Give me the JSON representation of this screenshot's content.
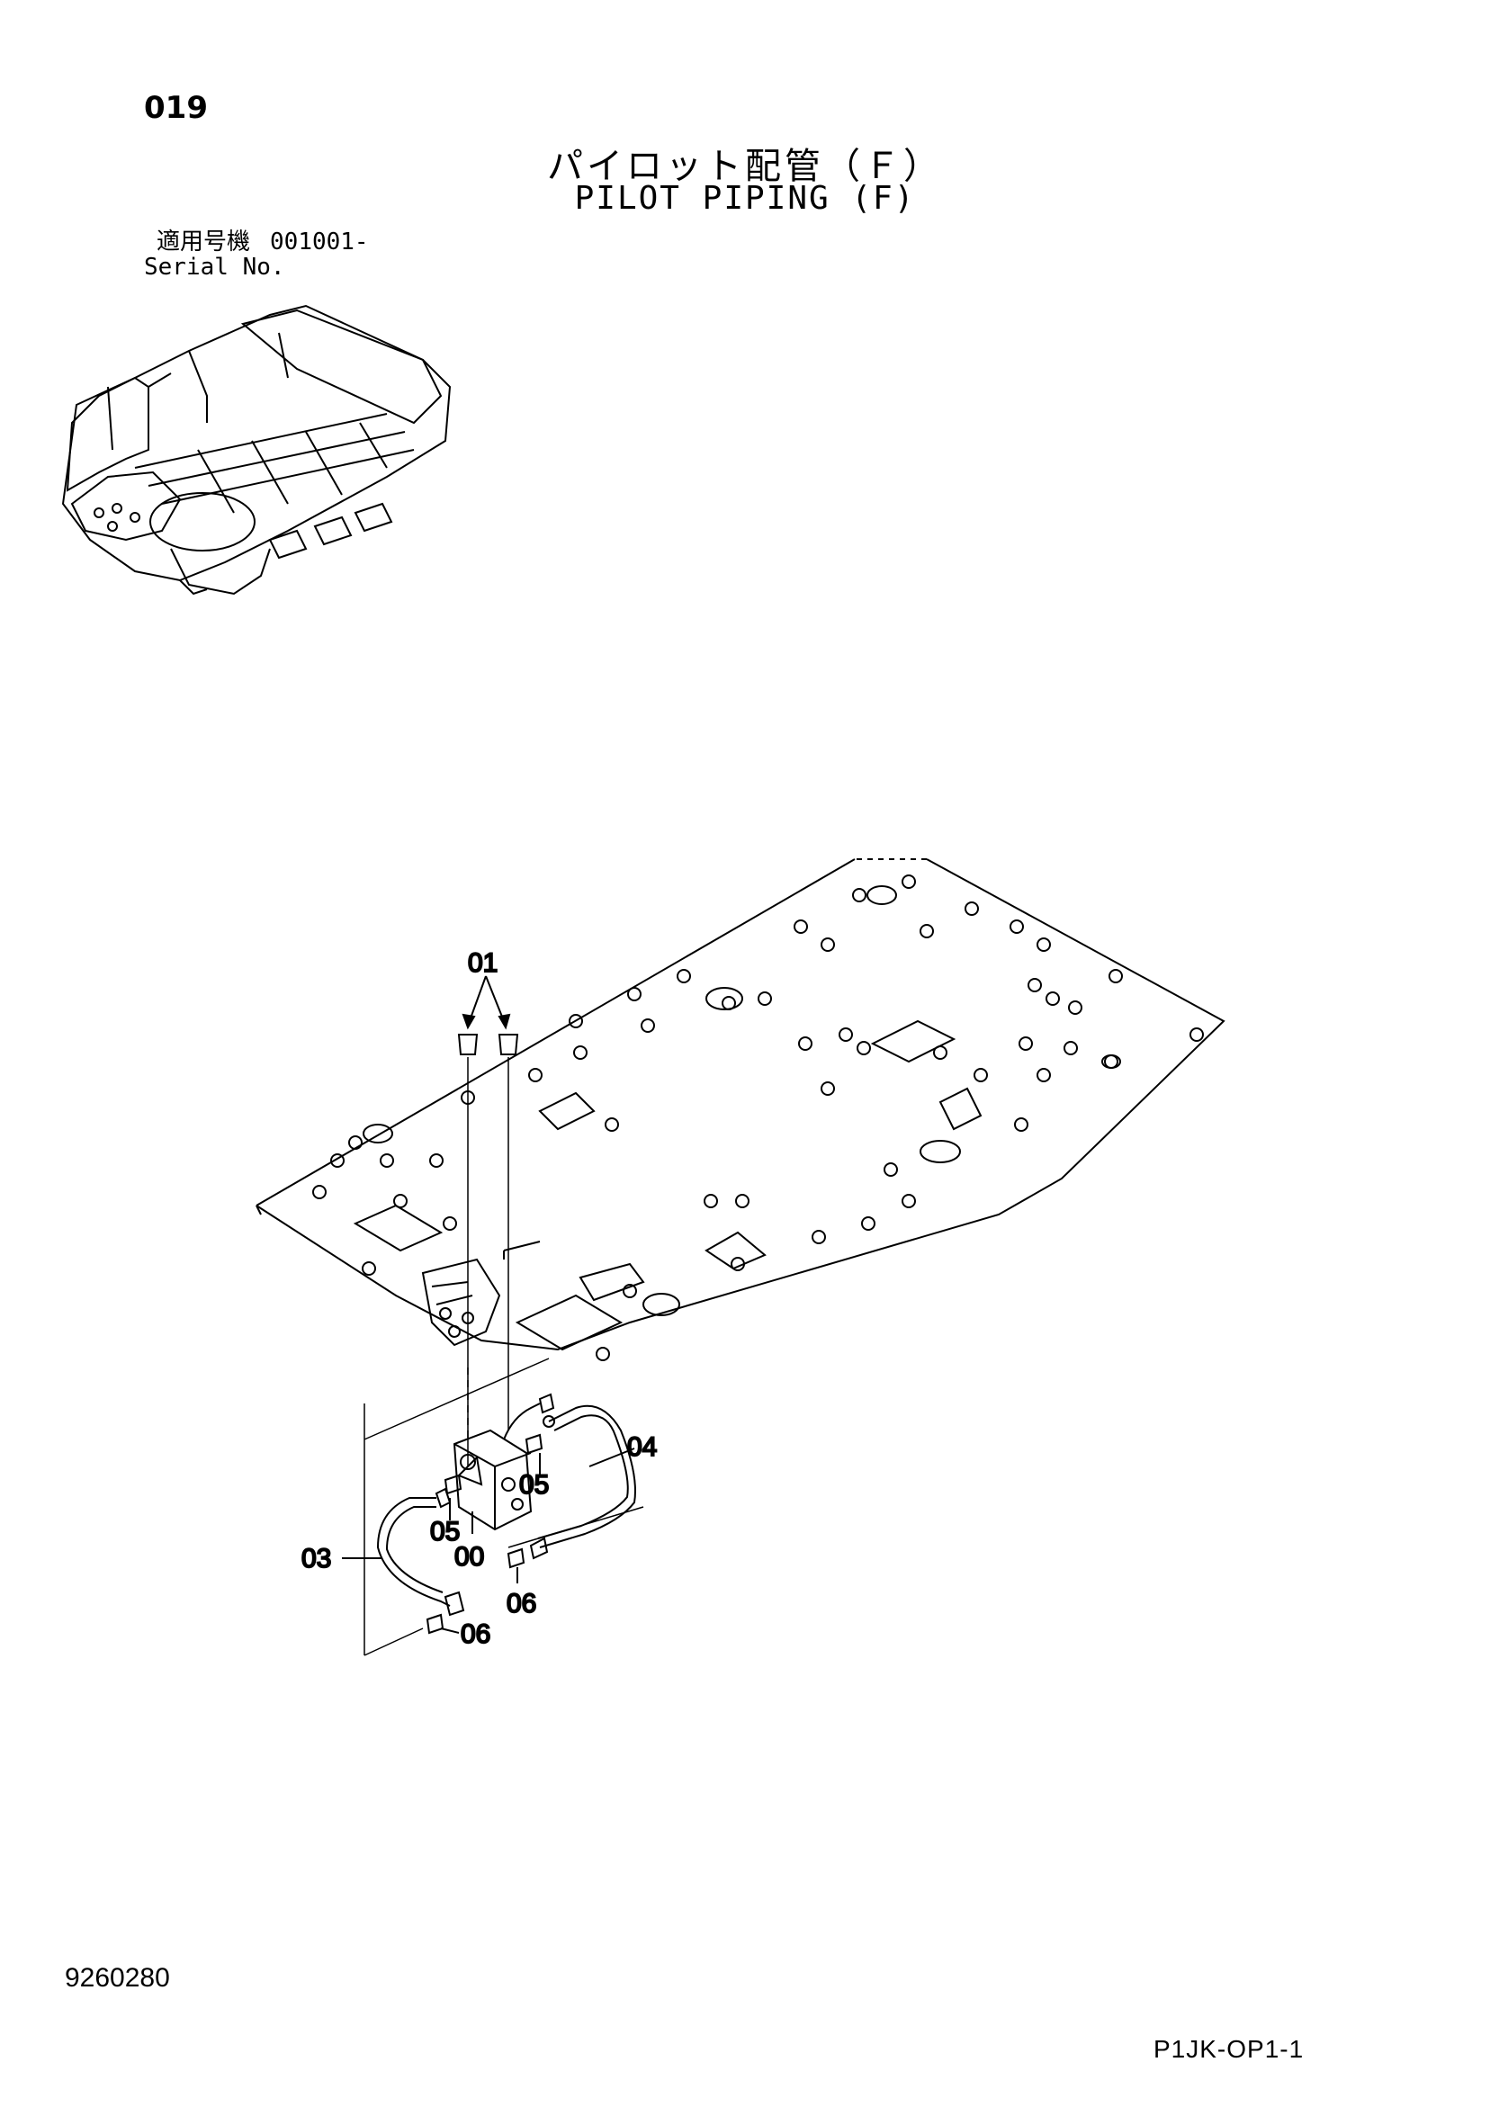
{
  "header": {
    "page_number": "019",
    "title_jp": "パイロット配管（Ｆ）",
    "title_en": "PILOT PIPING (F)"
  },
  "serial": {
    "label_jp": "適用号機",
    "label_en": "Serial No.",
    "value": "001001-"
  },
  "callouts": {
    "c01": "01",
    "c00": "00",
    "c03": "03",
    "c04": "04",
    "c05a": "05",
    "c05b": "05",
    "c06a": "06",
    "c06b": "06"
  },
  "footer": {
    "doc_number": "9260280",
    "page_code": "P1JK-OP1-1"
  }
}
